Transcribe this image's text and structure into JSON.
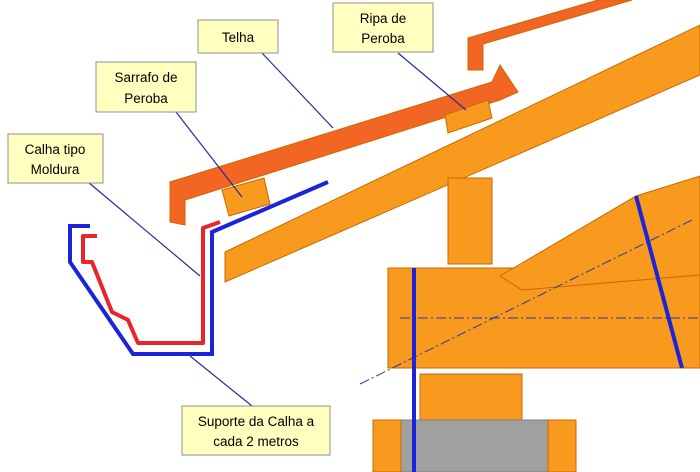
{
  "colors": {
    "wood": "#F79A1E",
    "wood_stroke": "#C86A00",
    "tile": "#F26522",
    "gutter_red": "#E8252B",
    "bracket_blue": "#1B24D8",
    "label_fill": "#FFFFC0",
    "label_stroke": "#909090",
    "leader": "#2A2AA0",
    "gray_block": "#A0A0A0",
    "axis_line": "#3333AA"
  },
  "labels": {
    "telha": [
      "Telha"
    ],
    "ripa": [
      "Ripa de",
      "Peroba"
    ],
    "sarrafo": [
      "Sarrafo de",
      "Peroba"
    ],
    "calha": [
      "Calha tipo",
      "Moldura"
    ],
    "suporte": [
      "Suporte da Calha a",
      "cada 2 metros"
    ]
  }
}
